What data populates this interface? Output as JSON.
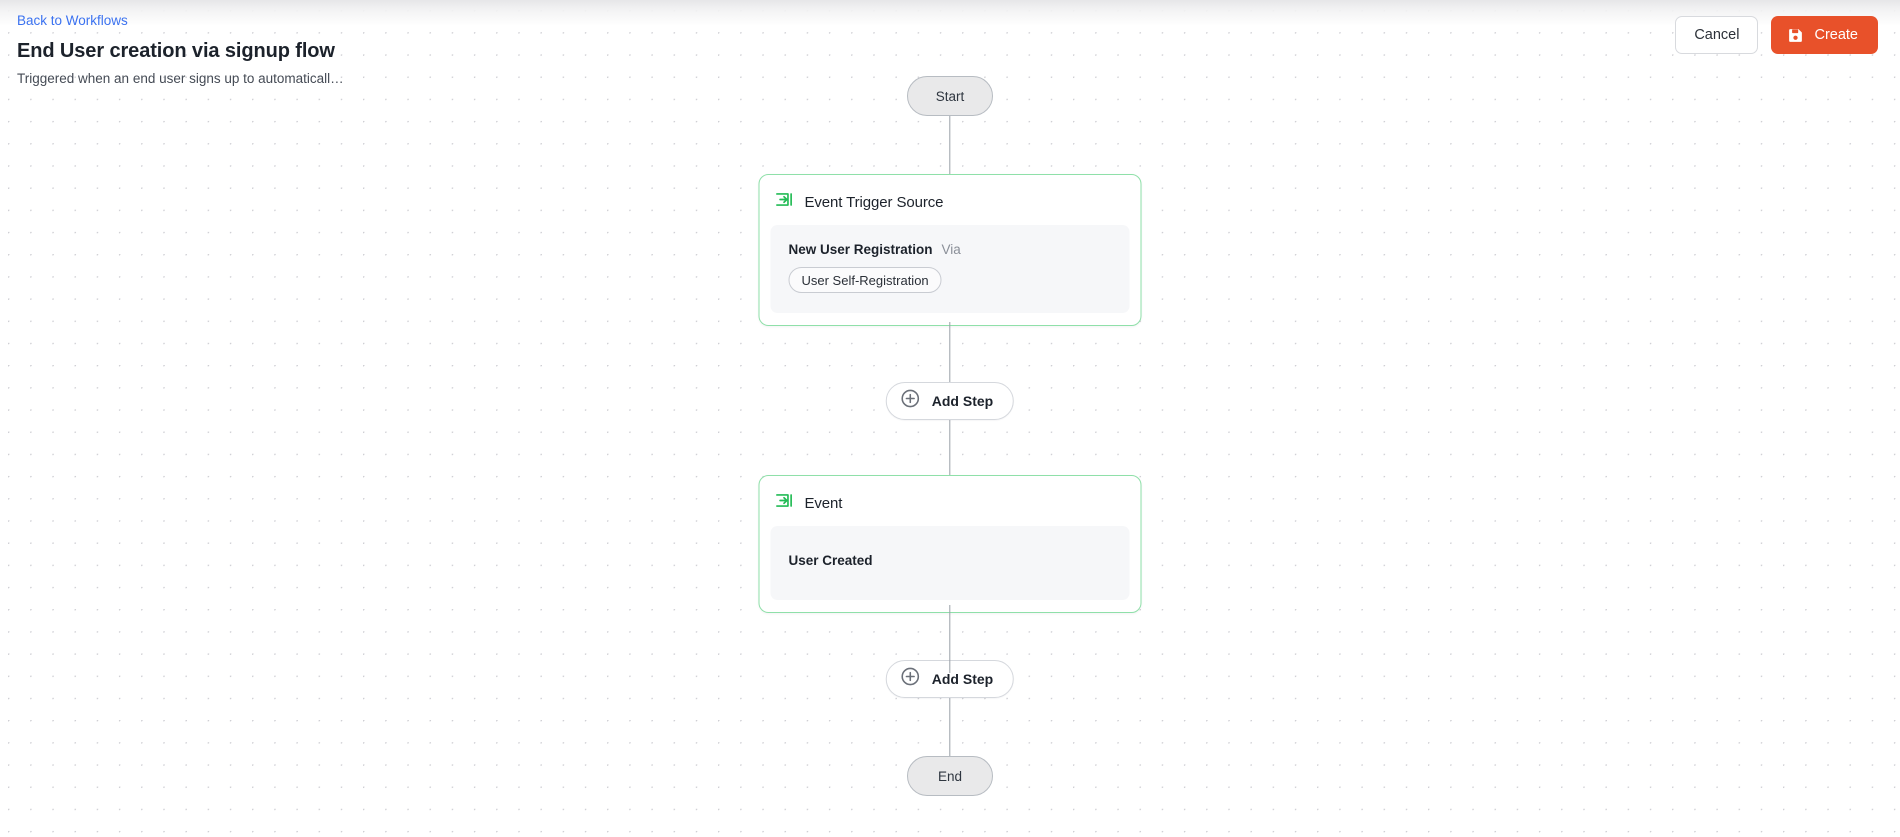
{
  "header": {
    "back_link": "Back to Workflows",
    "title": "End User creation via signup flow",
    "subtitle": "Triggered when an end user signs up to automaticall…",
    "cancel_label": "Cancel",
    "create_label": "Create",
    "create_icon": "save-icon",
    "accent_color": "#e8512a",
    "link_color": "#3b72f0"
  },
  "flow": {
    "start_label": "Start",
    "end_label": "End",
    "node_border_color": "#8fe0a9",
    "icon_color": "#22bb55",
    "nodes": [
      {
        "type": "card",
        "icon": "event-trigger-icon",
        "title": "Event Trigger Source",
        "field_label": "New User Registration",
        "field_suffix": "Via",
        "tag": "User Self-Registration"
      },
      {
        "type": "card",
        "icon": "event-icon",
        "title": "Event",
        "field_label": "User Created"
      }
    ],
    "add_step_label": "Add Step",
    "add_step_icon": "plus-circle-icon"
  }
}
